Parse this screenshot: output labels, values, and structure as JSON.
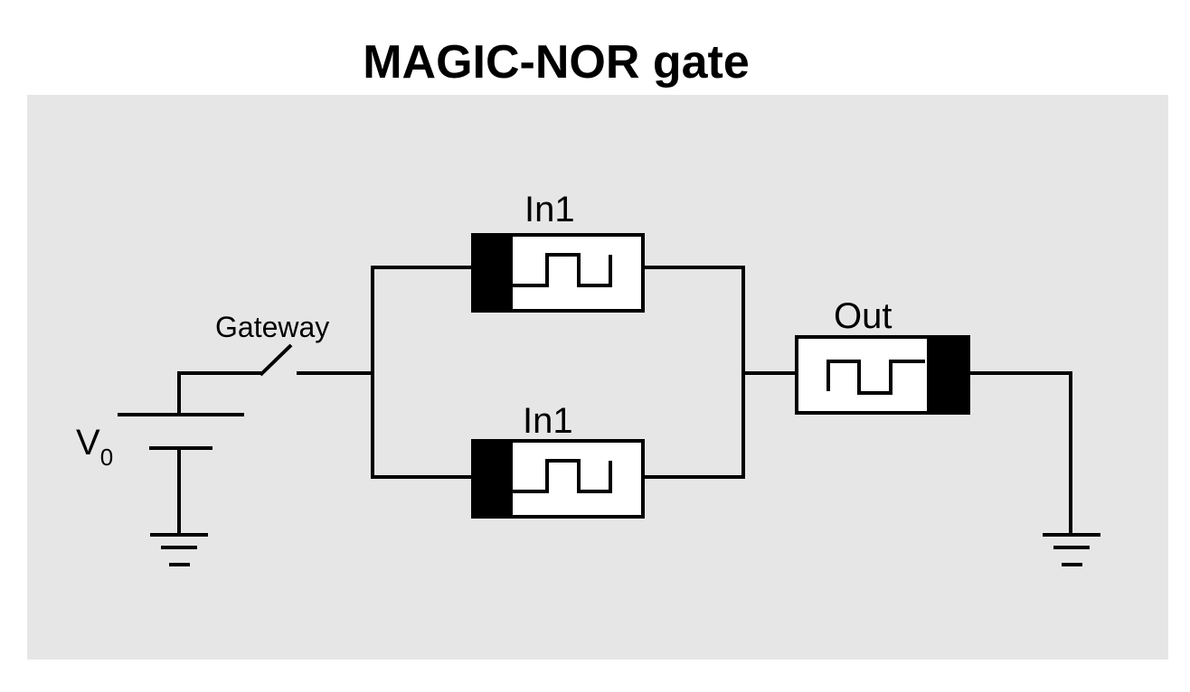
{
  "title": "MAGIC-NOR gate",
  "colors": {
    "background": "#ffffff",
    "panel": "#e6e6e6",
    "stroke": "#000000",
    "memristor_body": "#ffffff",
    "memristor_band": "#000000"
  },
  "labels": {
    "source": "V",
    "source_subscript": "0",
    "switch": "Gateway",
    "input_top": "In1",
    "input_bottom": "In1",
    "output": "Out"
  },
  "components": [
    {
      "name": "voltage-source",
      "type": "battery",
      "label": "V0"
    },
    {
      "name": "gateway-switch",
      "type": "switch",
      "label": "Gateway",
      "state": "open"
    },
    {
      "name": "memristor-in1-top",
      "type": "memristor",
      "label": "In1",
      "band_side": "left"
    },
    {
      "name": "memristor-in1-bottom",
      "type": "memristor",
      "label": "In1",
      "band_side": "left"
    },
    {
      "name": "memristor-out",
      "type": "memristor",
      "label": "Out",
      "band_side": "right"
    },
    {
      "name": "ground-left",
      "type": "ground"
    },
    {
      "name": "ground-right",
      "type": "ground"
    }
  ],
  "topology": "The voltage source V0 feeds the gateway switch; two input memristors are in parallel and connected in series with the output memristor to ground."
}
